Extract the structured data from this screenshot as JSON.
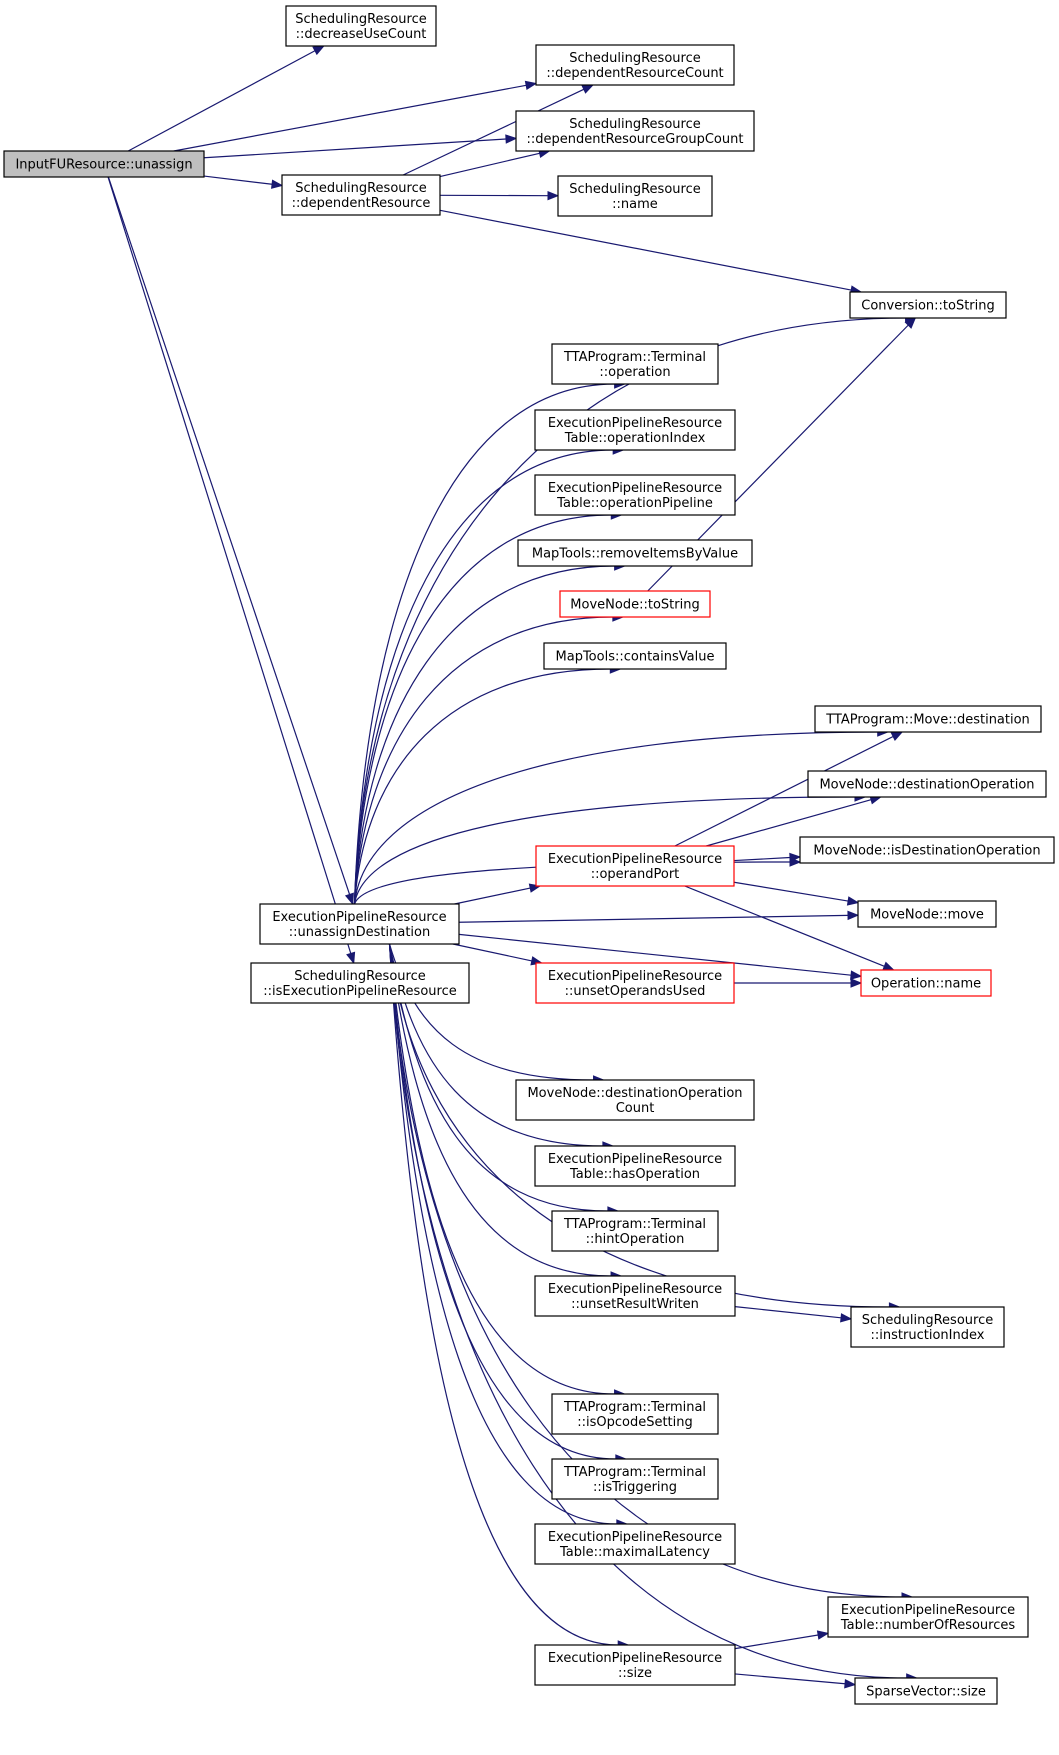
{
  "nodes": [
    {
      "id": "unassign",
      "lines": [
        "InputFUResource::unassign"
      ]
    },
    {
      "id": "decreaseUseCount",
      "lines": [
        "SchedulingResource",
        "::decreaseUseCount"
      ]
    },
    {
      "id": "dependentResourceCount",
      "lines": [
        "SchedulingResource",
        "::dependentResourceCount"
      ]
    },
    {
      "id": "dependentResourceGroupCount",
      "lines": [
        "SchedulingResource",
        "::dependentResourceGroupCount"
      ]
    },
    {
      "id": "dependentResource",
      "lines": [
        "SchedulingResource",
        "::dependentResource"
      ]
    },
    {
      "id": "srName",
      "lines": [
        "SchedulingResource",
        "::name"
      ]
    },
    {
      "id": "convToString",
      "lines": [
        "Conversion::toString"
      ]
    },
    {
      "id": "termOperation",
      "lines": [
        "TTAProgram::Terminal",
        "::operation"
      ]
    },
    {
      "id": "eprtOperationIndex",
      "lines": [
        "ExecutionPipelineResource",
        "Table::operationIndex"
      ]
    },
    {
      "id": "eprtOperationPipeline",
      "lines": [
        "ExecutionPipelineResource",
        "Table::operationPipeline"
      ]
    },
    {
      "id": "removeItemsByValue",
      "lines": [
        "MapTools::removeItemsByValue"
      ]
    },
    {
      "id": "mnToString",
      "lines": [
        "MoveNode::toString"
      ]
    },
    {
      "id": "containsValue",
      "lines": [
        "MapTools::containsValue"
      ]
    },
    {
      "id": "moveDestination",
      "lines": [
        "TTAProgram::Move::destination"
      ]
    },
    {
      "id": "mnDestinationOperation",
      "lines": [
        "MoveNode::destinationOperation"
      ]
    },
    {
      "id": "mnIsDestinationOperation",
      "lines": [
        "MoveNode::isDestinationOperation"
      ]
    },
    {
      "id": "operandPort",
      "lines": [
        "ExecutionPipelineResource",
        "::operandPort"
      ]
    },
    {
      "id": "mnMove",
      "lines": [
        "MoveNode::move"
      ]
    },
    {
      "id": "unassignDestination",
      "lines": [
        "ExecutionPipelineResource",
        "::unassignDestination"
      ]
    },
    {
      "id": "isExecPipelineResource",
      "lines": [
        "SchedulingResource",
        "::isExecutionPipelineResource"
      ]
    },
    {
      "id": "unsetOperandsUsed",
      "lines": [
        "ExecutionPipelineResource",
        "::unsetOperandsUsed"
      ]
    },
    {
      "id": "operationName",
      "lines": [
        "Operation::name"
      ]
    },
    {
      "id": "mnDestOpCount",
      "lines": [
        "MoveNode::destinationOperation",
        "Count"
      ]
    },
    {
      "id": "eprtHasOperation",
      "lines": [
        "ExecutionPipelineResource",
        "Table::hasOperation"
      ]
    },
    {
      "id": "termHintOperation",
      "lines": [
        "TTAProgram::Terminal",
        "::hintOperation"
      ]
    },
    {
      "id": "unsetResultWriten",
      "lines": [
        "ExecutionPipelineResource",
        "::unsetResultWriten"
      ]
    },
    {
      "id": "instructionIndex",
      "lines": [
        "SchedulingResource",
        "::instructionIndex"
      ]
    },
    {
      "id": "termIsOpcodeSetting",
      "lines": [
        "TTAProgram::Terminal",
        "::isOpcodeSetting"
      ]
    },
    {
      "id": "termIsTriggering",
      "lines": [
        "TTAProgram::Terminal",
        "::isTriggering"
      ]
    },
    {
      "id": "eprtMaximalLatency",
      "lines": [
        "ExecutionPipelineResource",
        "Table::maximalLatency"
      ]
    },
    {
      "id": "eprtNumberOfResources",
      "lines": [
        "ExecutionPipelineResource",
        "Table::numberOfResources"
      ]
    },
    {
      "id": "eprSize",
      "lines": [
        "ExecutionPipelineResource",
        "::size"
      ]
    },
    {
      "id": "sparseSize",
      "lines": [
        "SparseVector::size"
      ]
    }
  ],
  "edges": [
    [
      "unassign",
      "decreaseUseCount"
    ],
    [
      "unassign",
      "dependentResourceCount"
    ],
    [
      "unassign",
      "dependentResourceGroupCount"
    ],
    [
      "unassign",
      "dependentResource"
    ],
    [
      "unassign",
      "unassignDestination"
    ],
    [
      "unassign",
      "isExecPipelineResource"
    ],
    [
      "dependentResource",
      "dependentResourceCount"
    ],
    [
      "dependentResource",
      "dependentResourceGroupCount"
    ],
    [
      "dependentResource",
      "srName"
    ],
    [
      "dependentResource",
      "convToString"
    ],
    [
      "mnToString",
      "convToString"
    ],
    [
      "unassignDestination",
      "convToString"
    ],
    [
      "unassignDestination",
      "termOperation"
    ],
    [
      "unassignDestination",
      "eprtOperationIndex"
    ],
    [
      "unassignDestination",
      "eprtOperationPipeline"
    ],
    [
      "unassignDestination",
      "removeItemsByValue"
    ],
    [
      "unassignDestination",
      "mnToString"
    ],
    [
      "unassignDestination",
      "containsValue"
    ],
    [
      "unassignDestination",
      "moveDestination"
    ],
    [
      "unassignDestination",
      "mnDestinationOperation"
    ],
    [
      "unassignDestination",
      "mnIsDestinationOperation"
    ],
    [
      "unassignDestination",
      "operandPort"
    ],
    [
      "unassignDestination",
      "mnMove"
    ],
    [
      "unassignDestination",
      "unsetOperandsUsed"
    ],
    [
      "unassignDestination",
      "operationName"
    ],
    [
      "unassignDestination",
      "mnDestOpCount"
    ],
    [
      "unassignDestination",
      "eprtHasOperation"
    ],
    [
      "unassignDestination",
      "termHintOperation"
    ],
    [
      "unassignDestination",
      "unsetResultWriten"
    ],
    [
      "unassignDestination",
      "instructionIndex"
    ],
    [
      "unassignDestination",
      "termIsOpcodeSetting"
    ],
    [
      "unassignDestination",
      "termIsTriggering"
    ],
    [
      "unassignDestination",
      "eprtMaximalLatency"
    ],
    [
      "unassignDestination",
      "eprtNumberOfResources"
    ],
    [
      "unassignDestination",
      "eprSize"
    ],
    [
      "unassignDestination",
      "sparseSize"
    ],
    [
      "operandPort",
      "moveDestination"
    ],
    [
      "operandPort",
      "mnDestinationOperation"
    ],
    [
      "operandPort",
      "mnIsDestinationOperation"
    ],
    [
      "operandPort",
      "mnMove"
    ],
    [
      "operandPort",
      "operationName"
    ],
    [
      "unsetOperandsUsed",
      "operationName"
    ],
    [
      "unsetResultWriten",
      "instructionIndex"
    ],
    [
      "eprSize",
      "eprtNumberOfResources"
    ],
    [
      "eprSize",
      "sparseSize"
    ]
  ],
  "colors": {
    "edge": "#191970",
    "root_fill": "#bfbfbf",
    "highlight_border": "#ff0000",
    "node_border": "#000000"
  }
}
